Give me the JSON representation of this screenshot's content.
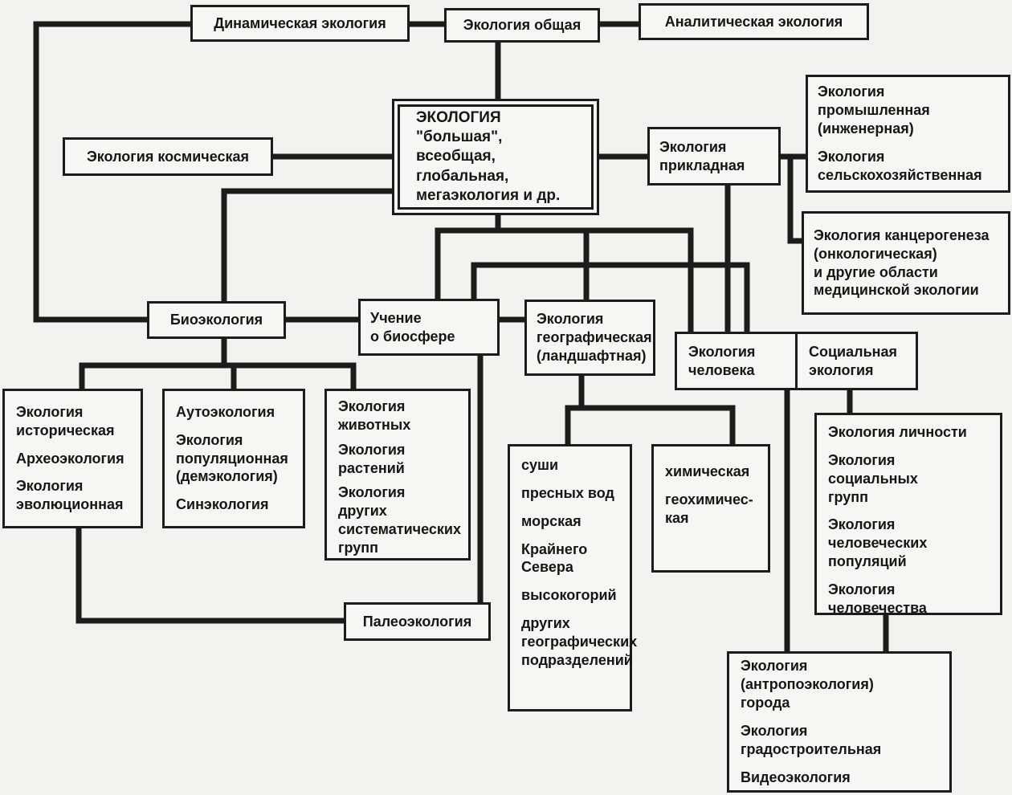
{
  "colors": {
    "line": "#1c1c1c",
    "border": "#1c1c1c",
    "box_fill": "#f7f6f2",
    "background": "#f4f2ee",
    "text": "#161616"
  },
  "nodes": {
    "dynamic": "Динамическая экология",
    "general": "Экология общая",
    "analytic": "Аналитическая экология",
    "big": [
      "ЭКОЛОГИЯ",
      "\"большая\", всеобщая,",
      "глобальная,",
      "мегаэкология и др."
    ],
    "cosmic": "Экология космическая",
    "applied": [
      "Экология",
      "прикладная"
    ],
    "industrial": [
      "Экология промышленная",
      "(инженерная)",
      "Экология",
      "сельскохозяйственная"
    ],
    "cancer": [
      "Экология канцерогенеза",
      "(онкологическая)",
      "и другие области",
      "медицинской экологии"
    ],
    "bio": "Биоэкология",
    "biosphere": [
      "Учение",
      "о биосфере"
    ],
    "geo": [
      "Экология",
      "географическая",
      "(ландшафтная)"
    ],
    "human": [
      "Экология",
      "человека"
    ],
    "social": [
      "Социальная",
      "экология"
    ],
    "historical": [
      "Экология",
      "историческая",
      "Археоэкология",
      "Экология",
      "эволюционная"
    ],
    "auto": [
      "Аутоэкология",
      "Экология",
      "популяционная",
      "(демэкология)",
      "Синэкология"
    ],
    "animals": [
      "Экология",
      "животных",
      "Экология",
      "растений",
      "Экология других",
      "систематических",
      "групп"
    ],
    "landscape": [
      "суши",
      "пресных вод",
      "морская",
      "Крайнего",
      "Севера",
      "высокогорий",
      "других",
      "географических",
      "подразделений"
    ],
    "chem": [
      "химическая",
      "геохимичес-",
      "кая"
    ],
    "personal": [
      "Экология личности",
      "Экология социальных",
      "групп",
      "Экология человеческих",
      "популяций",
      "Экология человечества"
    ],
    "paleo": "Палеоэкология",
    "city": [
      "Экология (антропоэкология)",
      "города",
      "Экология градостроительная",
      "Видеоэкология"
    ]
  }
}
